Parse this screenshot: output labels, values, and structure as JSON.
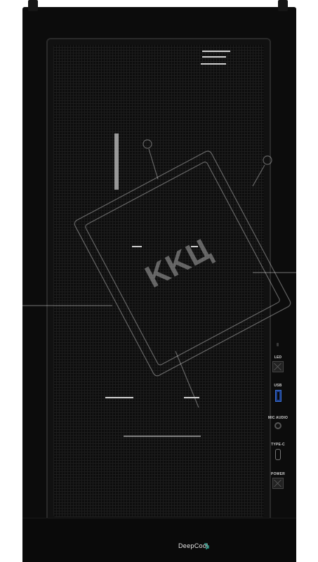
{
  "product": {
    "brand_text": "DeepCool",
    "watermark_text": "KKЦ"
  },
  "io_panel": {
    "led_label": "LED",
    "usb_label": "USB",
    "mic_audio_label": "MIC AUDIO",
    "typec_label": "TYPE-C",
    "power_label": "POWER"
  },
  "colors": {
    "case": "#0c0c0c",
    "usb_accent": "#3b6fd0",
    "brand_accent": "#34b3a0"
  }
}
